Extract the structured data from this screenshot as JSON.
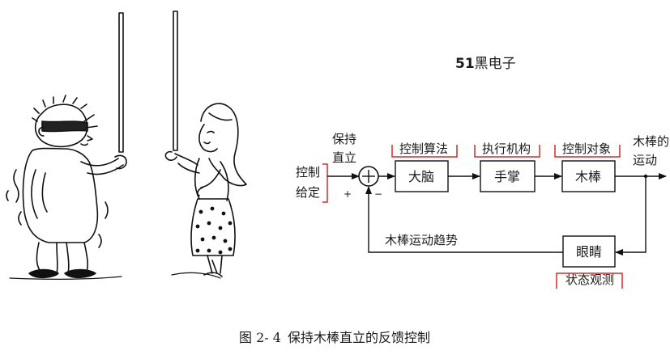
{
  "watermark": {
    "prefix": "51",
    "text": "黑电子",
    "color": "#2e8b3c"
  },
  "diagram": {
    "input": {
      "line1": "控制",
      "line2": "给定"
    },
    "setpoint": {
      "line1": "保持",
      "line2": "直立"
    },
    "plus_sign": "+",
    "minus_sign": "−",
    "blocks": {
      "controller": "大脑",
      "actuator": "手掌",
      "plant": "木棒",
      "sensor": "眼睛"
    },
    "tags": {
      "controller": "控制算法",
      "actuator": "执行机构",
      "plant": "控制对象",
      "sensor": "状态观测"
    },
    "output": {
      "line1": "木棒的",
      "line2": "运动"
    },
    "feedback_label": "木棒运动趋势",
    "tag_color": "#d62b2b"
  },
  "caption": {
    "figure": "图 2- 4",
    "text": "保持木棒直立的反馈控制"
  }
}
